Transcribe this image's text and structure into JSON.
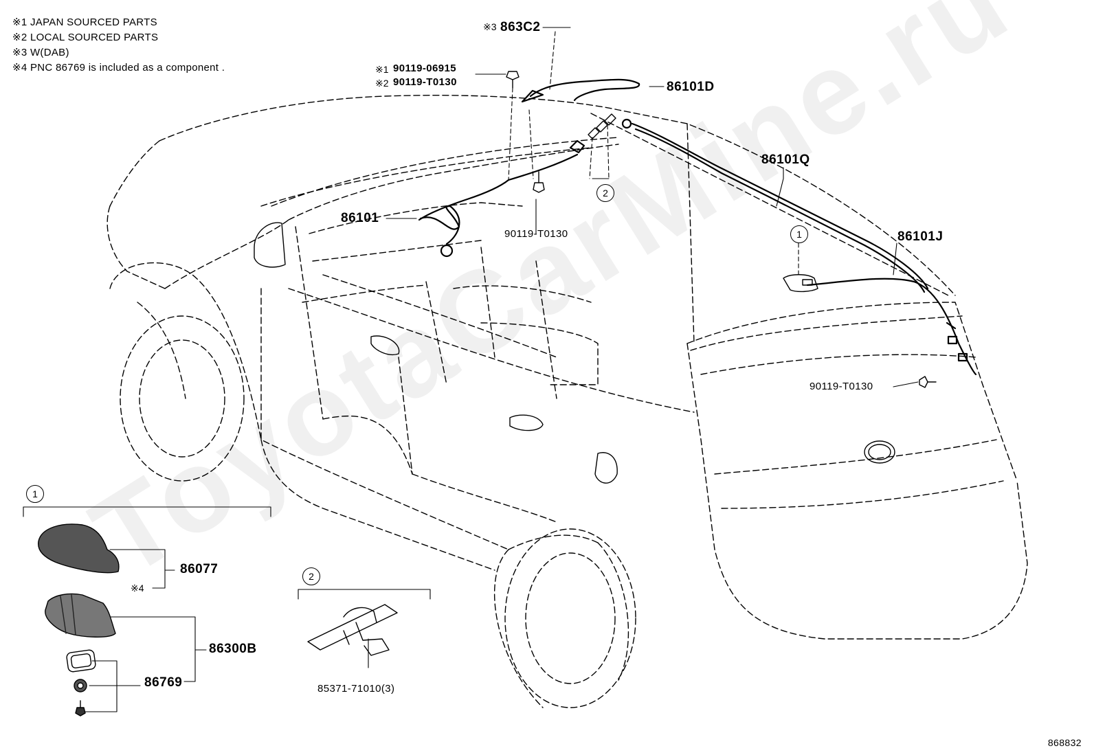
{
  "notes": [
    "※1 JAPAN SOURCED PARTS",
    "※2 LOCAL SOURCED PARTS",
    "※3 W(DAB)",
    "※4 PNC 86769 is included as a component ."
  ],
  "parts": {
    "p863c2_mark": "※3",
    "p863c2": "863C2",
    "bolt_j_mark": "※1",
    "bolt_j": "90119-06915",
    "bolt_l_mark": "※2",
    "bolt_l": "90119-T0130",
    "p86101d": "86101D",
    "p86101q": "86101Q",
    "p86101": "86101",
    "p90119_center": "90119-T0130",
    "p86101j": "86101J",
    "p90119_rear": "90119-T0130",
    "p86077": "86077",
    "p86077_mark": "※4",
    "p86300b": "86300B",
    "p86769": "86769",
    "p85371": "85371-71010(3)"
  },
  "callouts": {
    "c1": "1",
    "c2": "2"
  },
  "watermark": "ToyotaCarMine.ru",
  "diagram_id": "868832"
}
